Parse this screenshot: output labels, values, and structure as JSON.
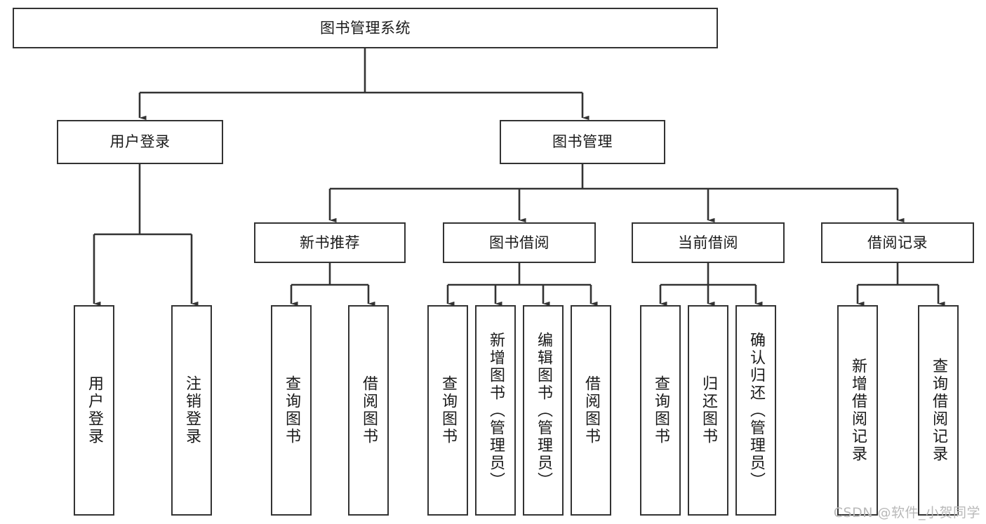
{
  "diagram": {
    "title": "图书管理系统",
    "type": "tree",
    "watermark": "CSDN @软件_小贺同学",
    "colors": {
      "box_border": "#333333",
      "box_fill": "#ffffff",
      "edge": "#333333",
      "text": "#1a1a1a",
      "watermark": "#b9b9b9"
    },
    "root": {
      "label": "图书管理系统"
    },
    "level2": [
      {
        "label": "用户登录"
      },
      {
        "label": "图书管理"
      }
    ],
    "level3": [
      {
        "label": "新书推荐"
      },
      {
        "label": "图书借阅"
      },
      {
        "label": "当前借阅"
      },
      {
        "label": "借阅记录"
      }
    ],
    "leaves": {
      "user_login": [
        {
          "label": "用户登录"
        },
        {
          "label": "注销登录"
        }
      ],
      "new_book_rec": [
        {
          "label": "查询图书"
        },
        {
          "label": "借阅图书"
        }
      ],
      "book_borrow": [
        {
          "label": "查询图书"
        },
        {
          "label": "新增图书（管理员）"
        },
        {
          "label": "编辑图书（管理员）"
        },
        {
          "label": "借阅图书"
        }
      ],
      "current_borrow": [
        {
          "label": "查询图书"
        },
        {
          "label": "归还图书"
        },
        {
          "label": "确认归还（管理员）"
        }
      ],
      "borrow_record": [
        {
          "label": "新增借阅记录"
        },
        {
          "label": "查询借阅记录"
        }
      ]
    }
  }
}
